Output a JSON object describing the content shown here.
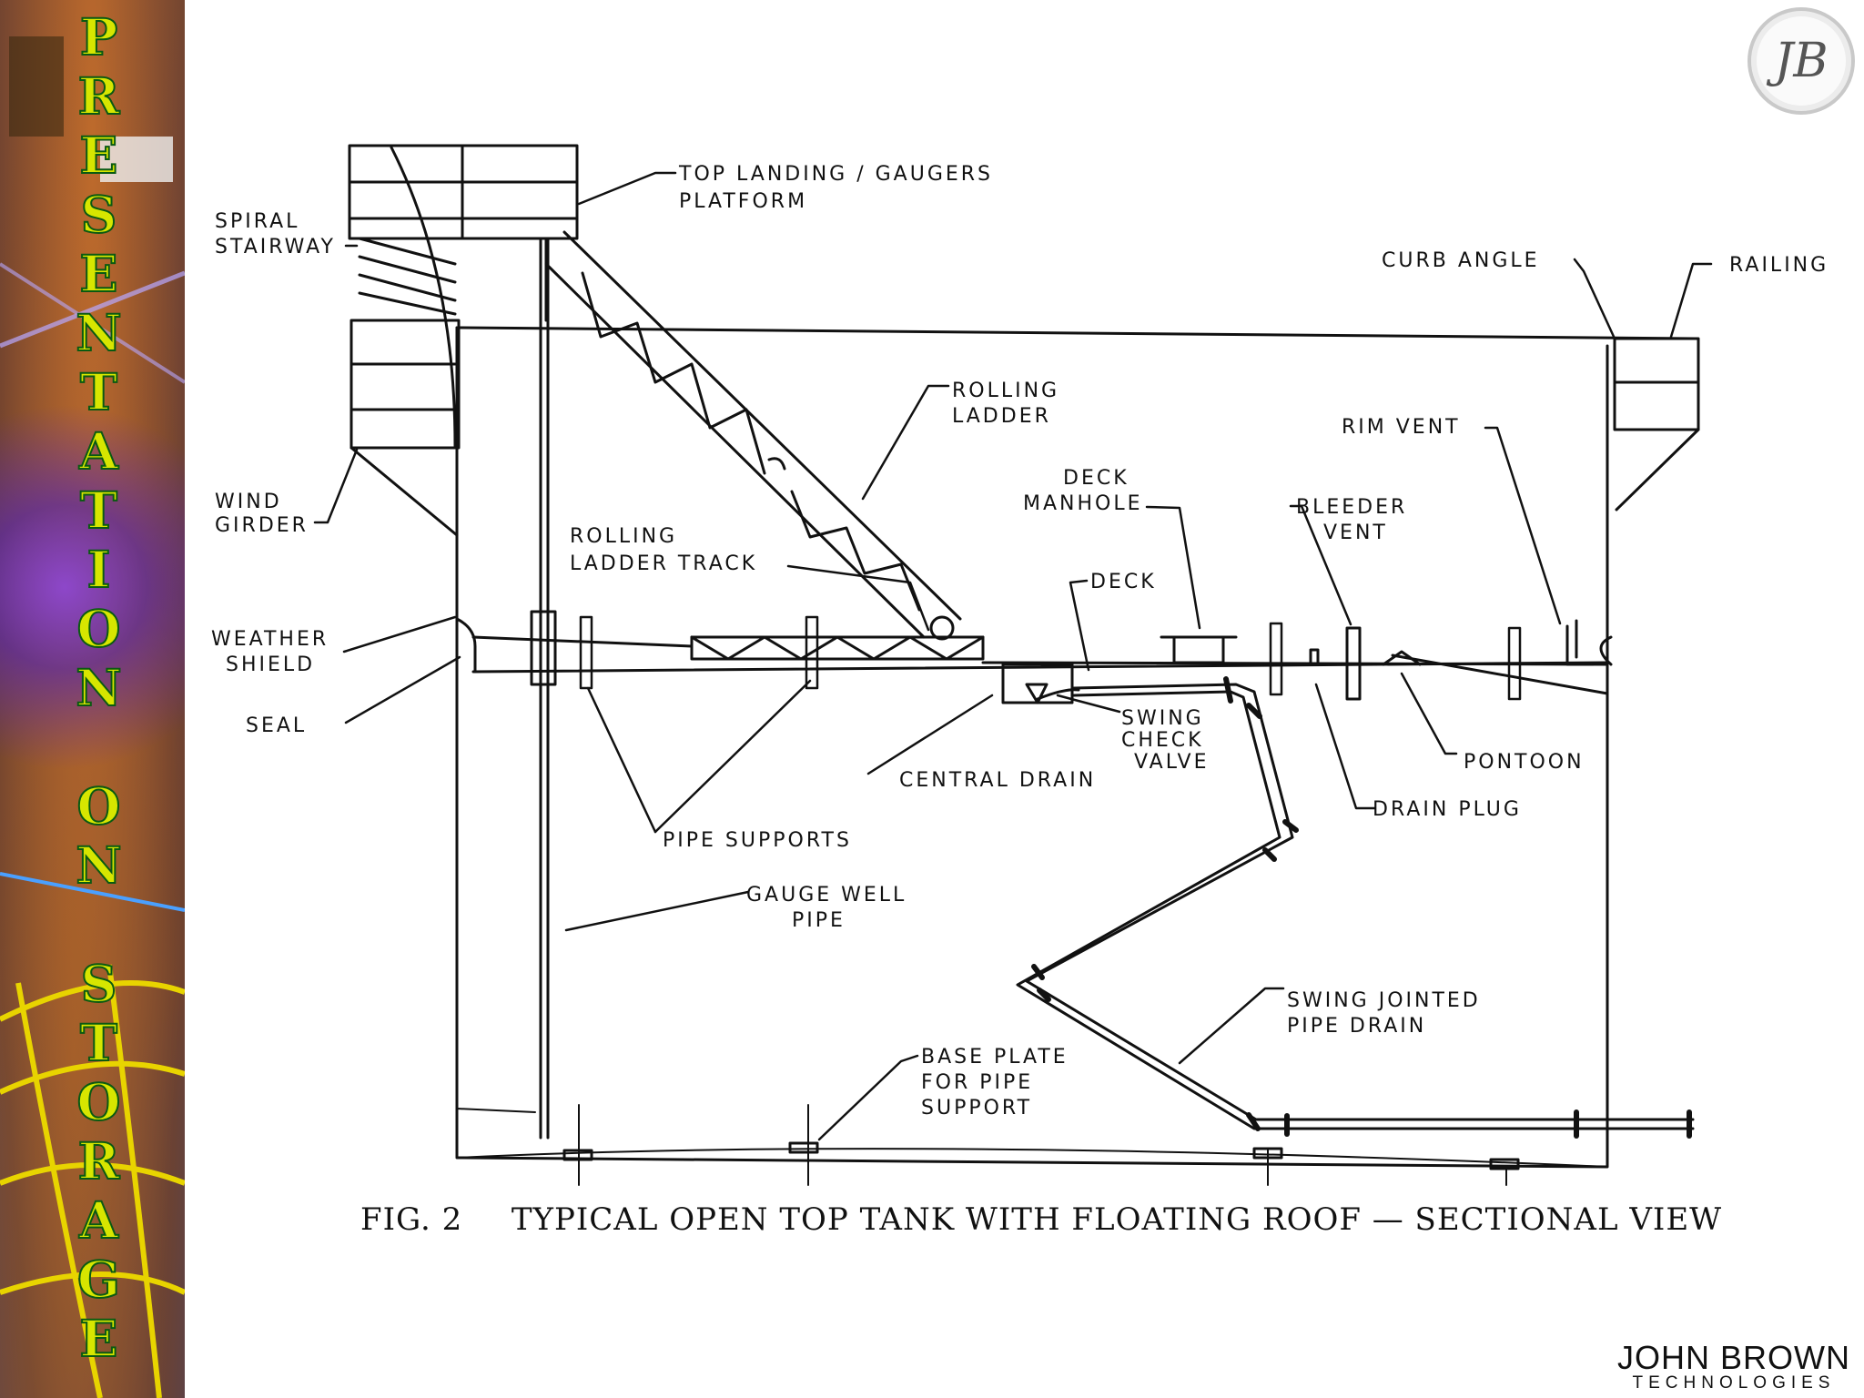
{
  "sidebar": {
    "title": "PRESENTATION ON STORAGE TANKS"
  },
  "logo": {
    "monogram": "JB"
  },
  "brand": {
    "name": "JOHN BROWN",
    "sub": "TECHNOLOGIES"
  },
  "diagram": {
    "labels": {
      "top_landing_1": "TOP LANDING / GAUGERS",
      "top_landing_2": "PLATFORM",
      "spiral_1": "SPIRAL",
      "spiral_2": "STAIRWAY",
      "curb_angle": "CURB ANGLE",
      "railing": "RAILING",
      "rolling_ladder_1": "ROLLING",
      "rolling_ladder_2": "LADDER",
      "rim_vent": "RIM VENT",
      "wind_girder_1": "WIND",
      "wind_girder_2": "GIRDER",
      "deck_manhole_1": "DECK",
      "deck_manhole_2": "MANHOLE",
      "bleeder_vent_1": "BLEEDER",
      "bleeder_vent_2": "VENT",
      "track_1": "ROLLING",
      "track_2": "LADDER TRACK",
      "deck": "DECK",
      "weather_1": "WEATHER",
      "weather_2": "SHIELD",
      "seal": "SEAL",
      "swing_check_1": "SWING",
      "swing_check_2": "CHECK",
      "swing_check_3": "VALVE",
      "pontoon": "PONTOON",
      "central_drain": "CENTRAL DRAIN",
      "drain_plug": "DRAIN PLUG",
      "pipe_supports": "PIPE SUPPORTS",
      "gauge_well_1": "GAUGE WELL",
      "gauge_well_2": "PIPE",
      "swing_joint_1": "SWING JOINTED",
      "swing_joint_2": "PIPE DRAIN",
      "base_plate_1": "BASE PLATE",
      "base_plate_2": "FOR PIPE",
      "base_plate_3": "SUPPORT"
    },
    "caption": {
      "fig": "FIG. 2",
      "title": "TYPICAL OPEN TOP TANK WITH FLOATING ROOF — SECTIONAL VIEW"
    }
  }
}
